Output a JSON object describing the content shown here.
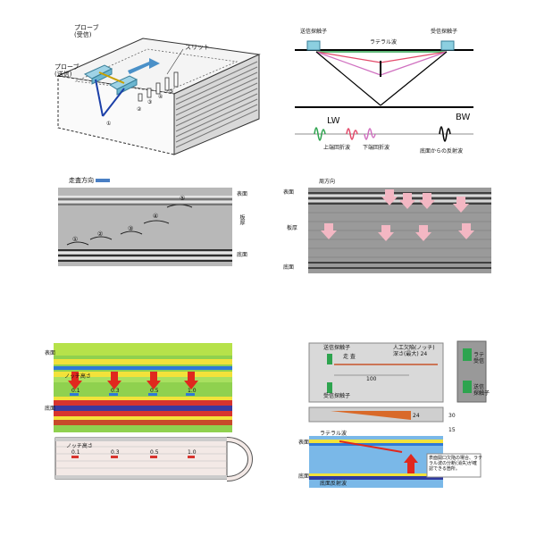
{
  "panel_a": {
    "probe_rx": "プローブ\n(受信)",
    "probe_tx": "プローブ\n(送信)",
    "slit": "スリット",
    "markers": [
      "①",
      "②",
      "③",
      "④",
      "⑤"
    ]
  },
  "panel_b": {
    "tx_label": "送信探触子",
    "rx_label": "受信探触子",
    "lateral_wave": "ラテラル波",
    "lw": "LW",
    "bw": "BW",
    "upper_tip": "上端回折波",
    "lower_tip": "下端回折波",
    "bottom_reflect": "底面からの反射波"
  },
  "panel_c": {
    "scan_dir": "走査方向",
    "surface": "表面",
    "thickness": "板厚",
    "bottom": "底面",
    "markers": [
      "①",
      "②",
      "③",
      "④",
      "⑤"
    ]
  },
  "panel_d": {
    "surface": "表面",
    "circumferential": "周方向",
    "thickness": "板厚",
    "bottom": "底面"
  },
  "panel_e": {
    "surface": "表面",
    "bottom": "底面",
    "notch": "ノッチ高さ",
    "values": [
      "0.1",
      "0.3",
      "0.5",
      "1.0"
    ],
    "pipe_notch": "ノッチ高さ",
    "pipe_values": [
      "0.1",
      "0.3",
      "0.5",
      "1.0"
    ]
  },
  "panel_f": {
    "tx": "送信探触子",
    "rx": "受信探触子",
    "scan": "走 査",
    "notch_label": "人工欠陥(ノッチ)\n深さ(最大) 24",
    "length": "100",
    "side_top": "ラテ\n受信",
    "side_bot": "送信\n探触子",
    "depth_a": "30",
    "depth_b": "15",
    "lateral": "ラテラル波",
    "surface": "表面",
    "bottom": "底面",
    "bottom_reflect": "底面反射波",
    "note": "表面開口欠陥の場合、ラテ\nラル波の分断(消失)が確\n認できる箇所。",
    "notch_depth": "24"
  }
}
